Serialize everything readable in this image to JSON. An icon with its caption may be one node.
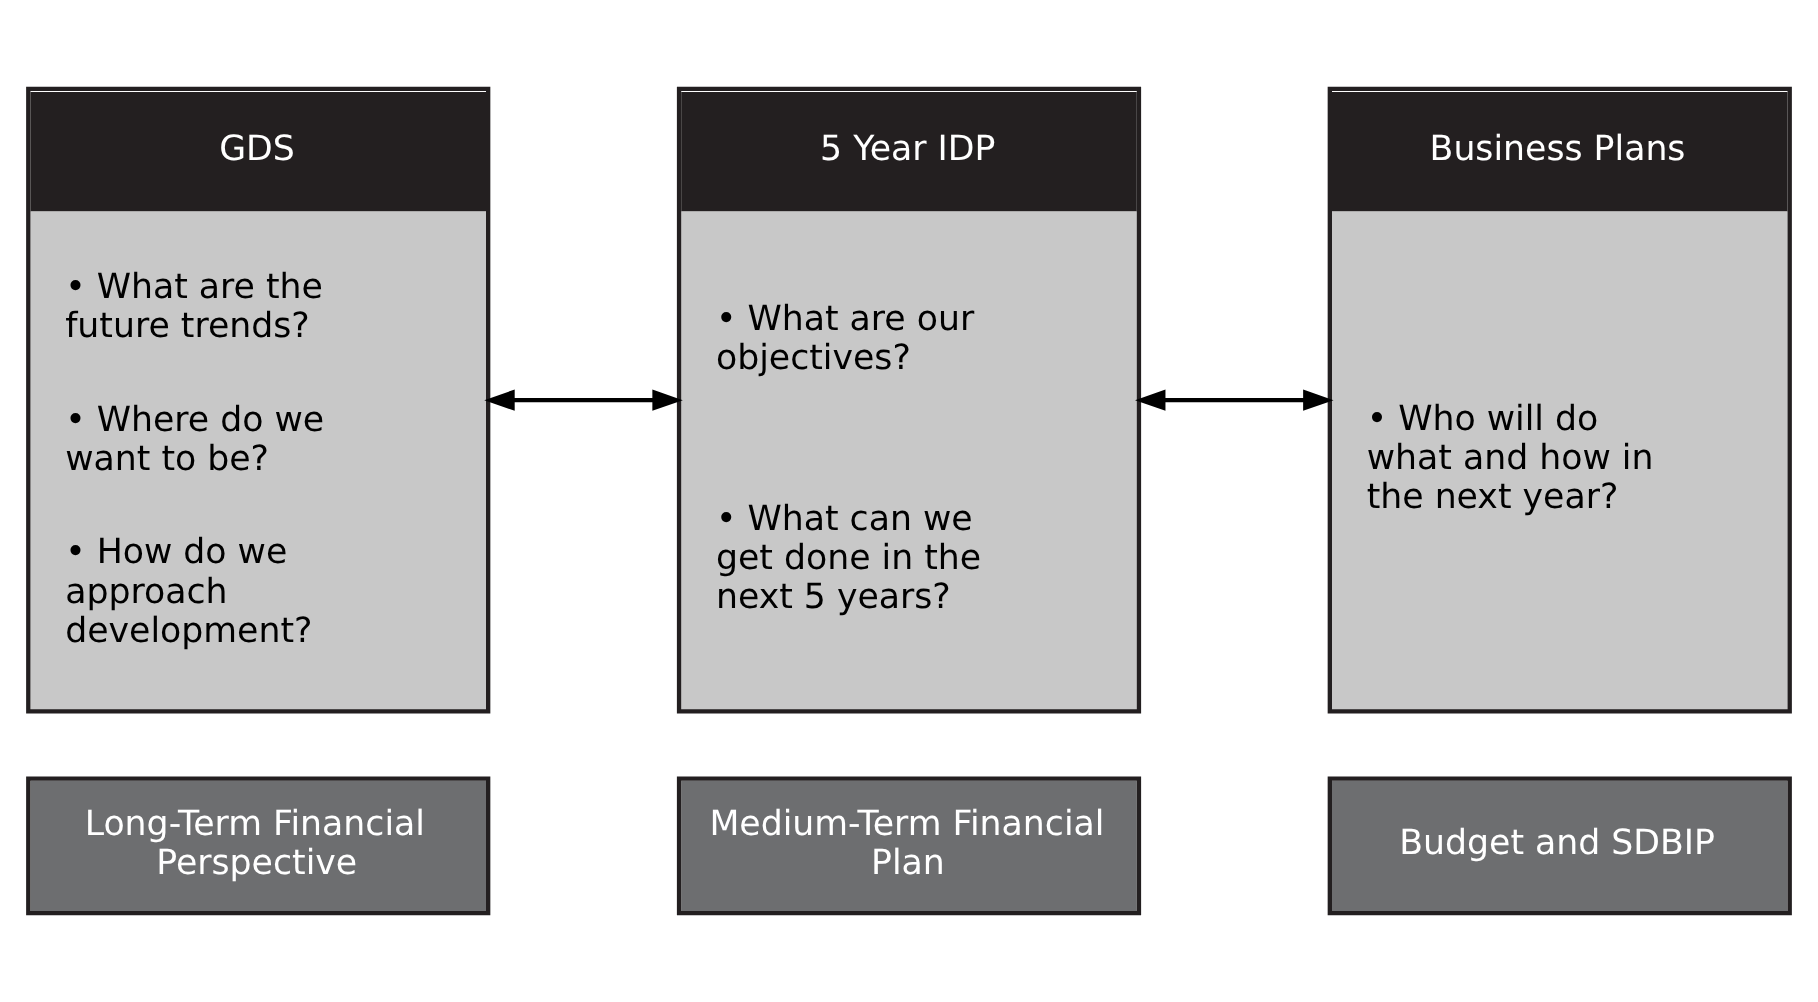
{
  "diagram": {
    "nodes": [
      {
        "text": [
          "GDS",
          "• What are the future trends?",
          "• Where do we want to be?",
          "• How do we approach development?"
        ]
      },
      {
        "text": [
          "5 Year IDP",
          "• What are our objectives?",
          "• What can we get done in the next 5 years?"
        ]
      },
      {
        "text": [
          "Business Plans",
          "• Who will do what and how in the next year?"
        ]
      },
      {
        "text": [
          "Long-Term Financial Perspective"
        ]
      },
      {
        "text": [
          "Medium-Term Financial Plan"
        ]
      },
      {
        "text": [
          "Budget and SDBIP"
        ]
      }
    ],
    "edges": [
      {
        "from": 0,
        "to": 1,
        "arrow": "both"
      },
      {
        "from": 1,
        "to": 2,
        "arrow": "both"
      }
    ]
  }
}
